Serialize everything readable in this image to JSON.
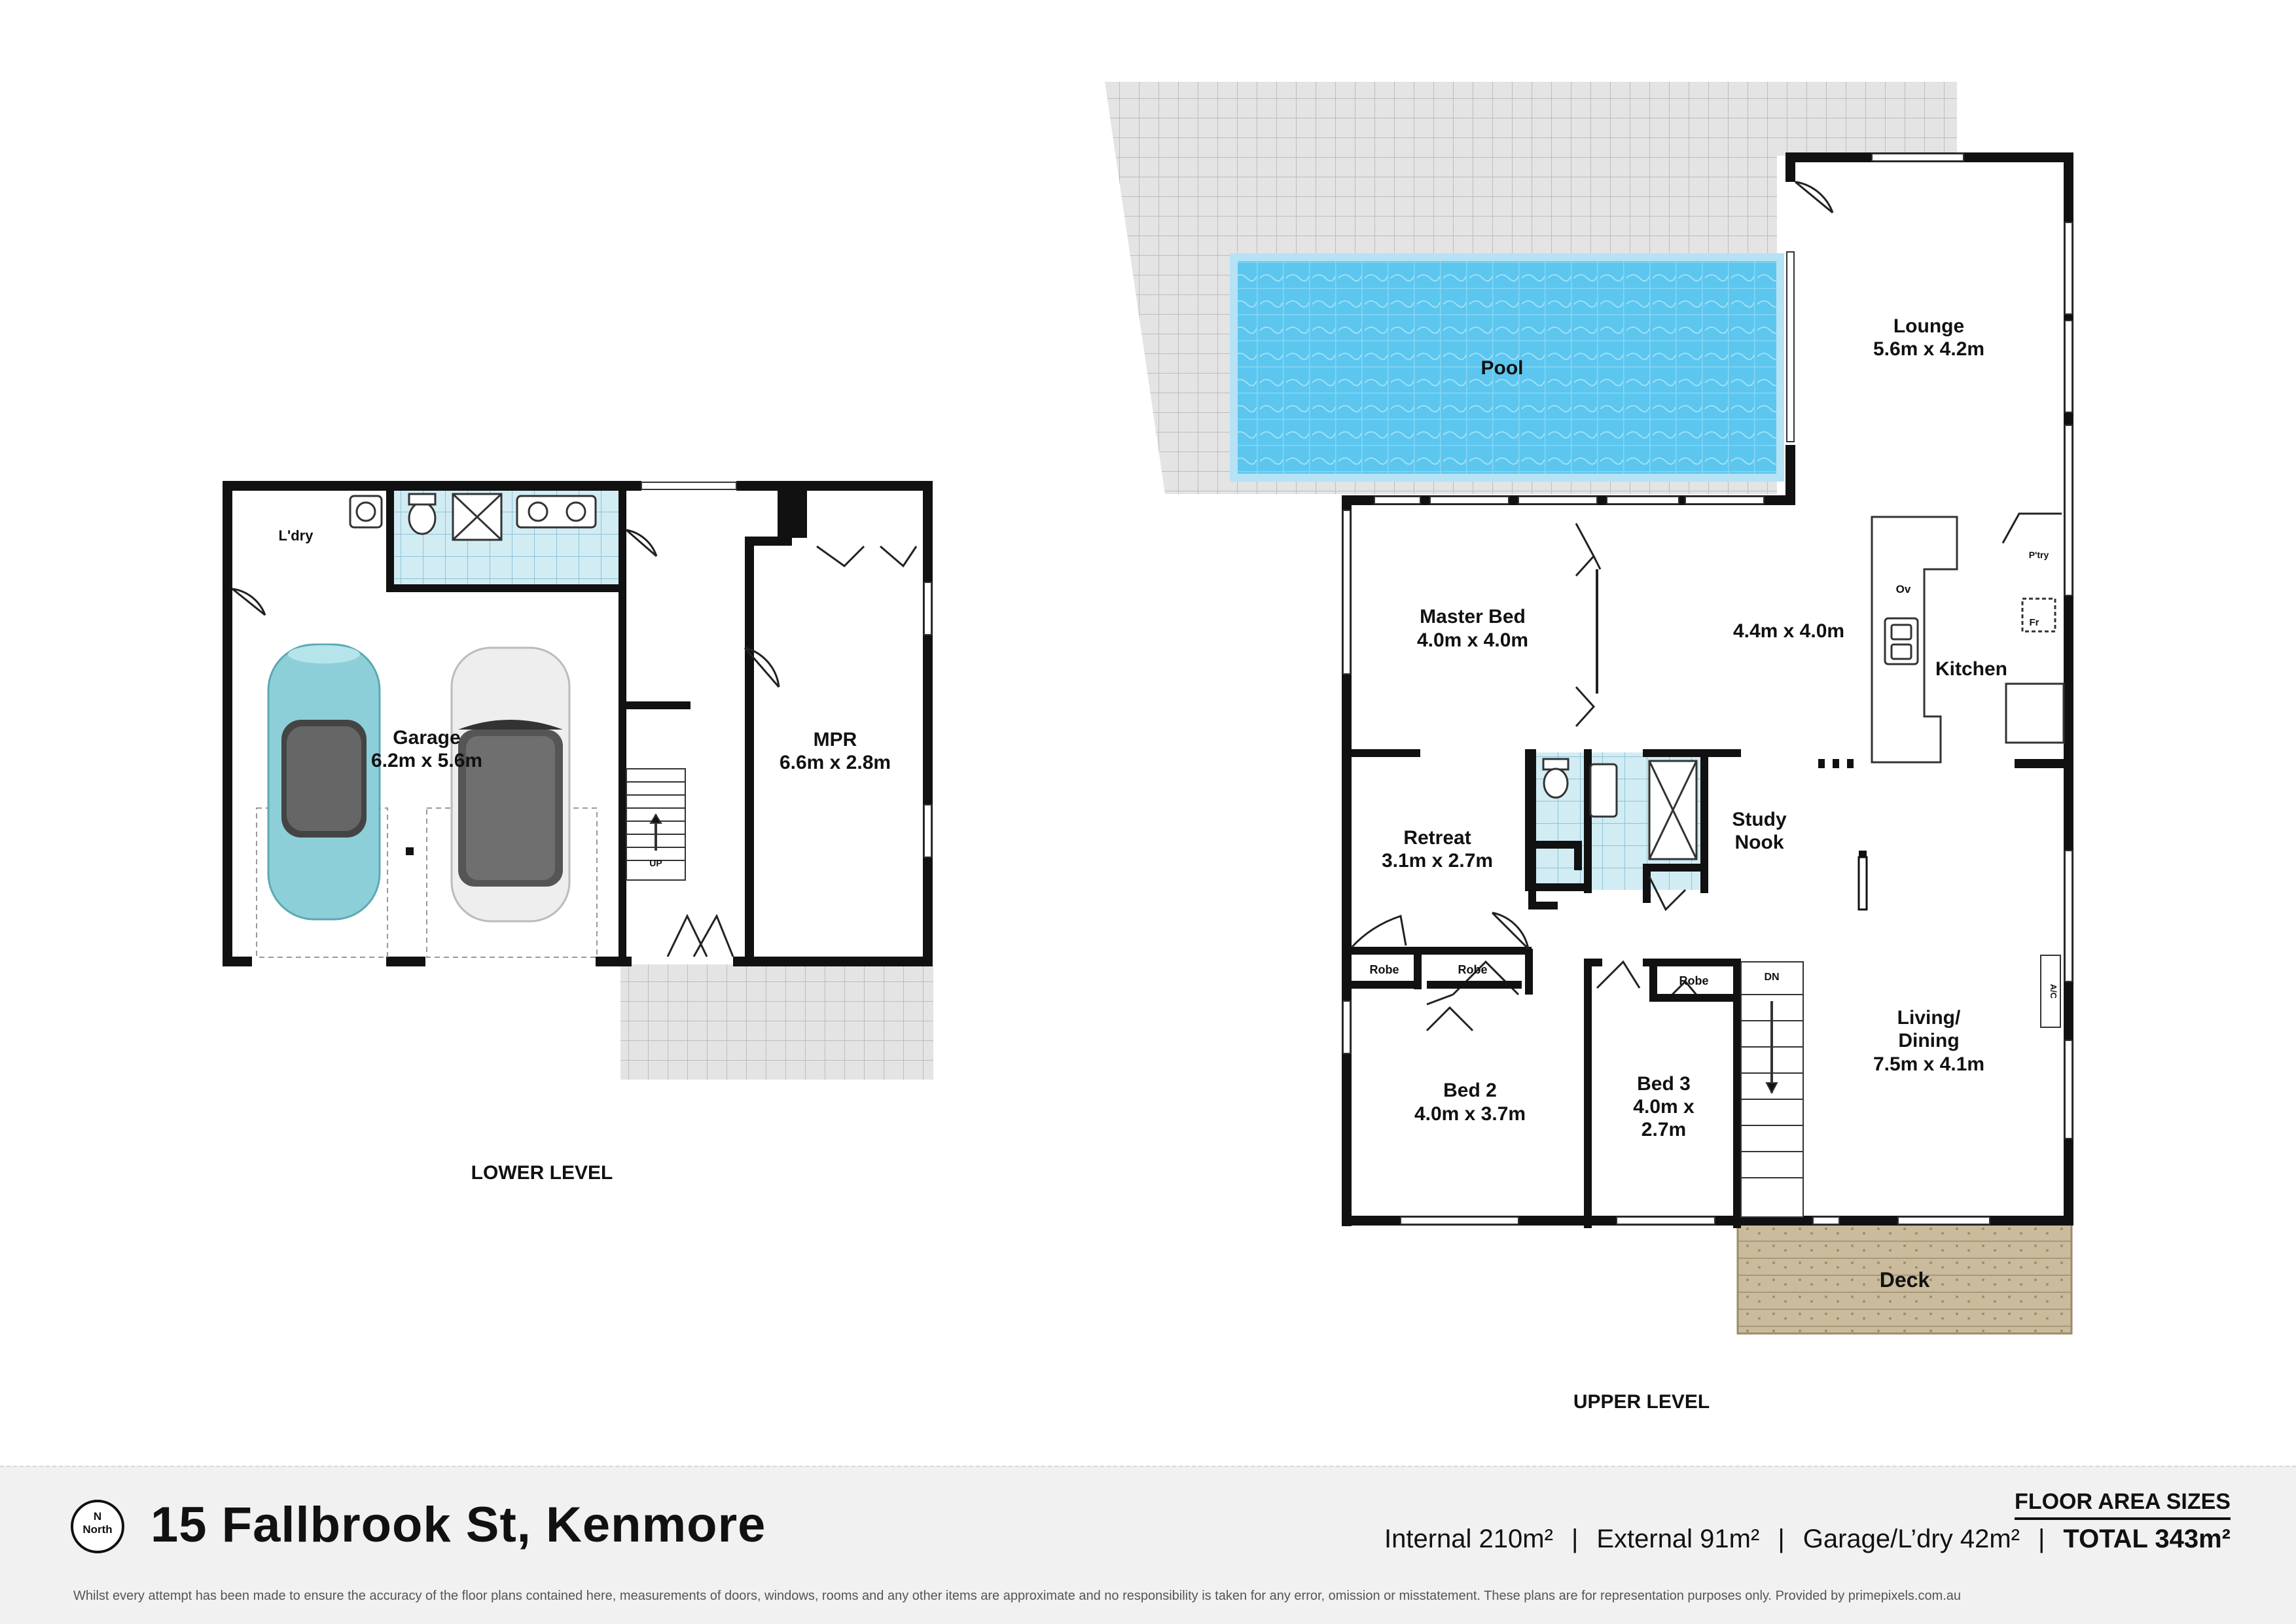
{
  "rooms": {
    "laundry": "L'dry",
    "garage_name": "Garage",
    "garage_dims": "6.2m x 5.6m",
    "mpr_name": "MPR",
    "mpr_dims": "6.6m x 2.8m",
    "stair_up": "UP",
    "pool": "Pool",
    "lounge_name": "Lounge",
    "lounge_dims": "5.6m x 4.2m",
    "master_name": "Master Bed",
    "master_dims": "4.0m x 4.0m",
    "central_dims": "4.4m x 4.0m",
    "kitchen": "Kitchen",
    "pantry": "P'try",
    "oven": "Ov",
    "fridge": "Fr",
    "retreat_name": "Retreat",
    "retreat_dims": "3.1m x 2.7m",
    "study_1": "Study",
    "study_2": "Nook",
    "robe": "Robe",
    "bed2_name": "Bed 2",
    "bed2_dims": "4.0m x 3.7m",
    "bed3_name": "Bed 3",
    "bed3_dims_1": "4.0m x",
    "bed3_dims_2": "2.7m",
    "stair_dn": "DN",
    "living_1": "Living/",
    "living_2": "Dining",
    "living_dims": "7.5m x 4.1m",
    "aircon": "A/C",
    "deck": "Deck"
  },
  "levels": {
    "lower": "LOWER LEVEL",
    "upper": "UPPER LEVEL"
  },
  "footer": {
    "north_n": "N",
    "north_label": "North",
    "address": "15 Fallbrook St, Kenmore",
    "area_title": "FLOOR AREA SIZES",
    "internal": "Internal 210m²",
    "external": "External 91m²",
    "garage": "Garage/L’dry 42m²",
    "total": "TOTAL 343m²",
    "separator": "|",
    "disclaimer": "Whilst every attempt has been made to ensure the accuracy of the floor plans contained here, measurements of doors, windows, rooms and any other items are approximate and no responsibility is taken for any error, omission or misstatement. These plans are for representation purposes only. Provided by primepixels.com.au"
  },
  "colors": {
    "wall": "#111111",
    "pool": "#5cc7ef",
    "tile": "#cfe9f2",
    "paving": "#e3e3e3",
    "deck": "#c8b99b",
    "car_blue": "#8ccfd8",
    "car_white": "#eeeeee"
  }
}
